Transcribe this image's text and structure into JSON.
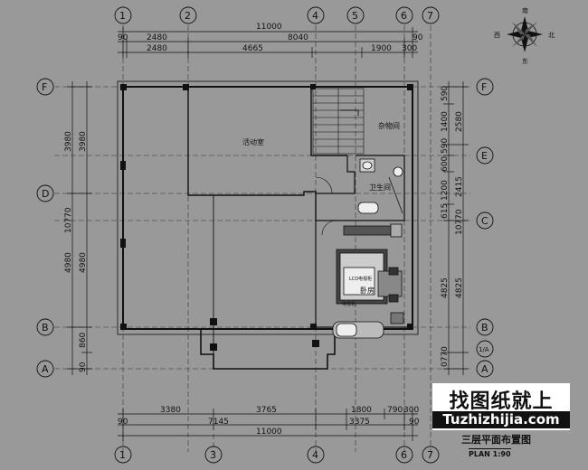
{
  "top_dims": {
    "total": "11000",
    "row2": [
      "90",
      "2480",
      "8040",
      "90"
    ],
    "row3": [
      "2480",
      "4665",
      "1900",
      "300"
    ]
  },
  "bottom_dims": {
    "row1": [
      "3380",
      "3765",
      "1800",
      "790",
      "300"
    ],
    "row2": [
      "90",
      "7145",
      "3375",
      "90"
    ],
    "total": "11000"
  },
  "left_dims": {
    "outer": [
      "3980",
      "10770",
      "4980"
    ],
    "inner": [
      "3980",
      "4980",
      "860",
      "90"
    ]
  },
  "right_dims": {
    "inner": [
      "590",
      "1400",
      "600",
      "590",
      "1200",
      "615",
      "4825",
      "0770"
    ],
    "outer": [
      "2580",
      "2415",
      "10770",
      "4825"
    ]
  },
  "axes_vertical": [
    "1",
    "2",
    "3",
    "4",
    "5",
    "6",
    "7"
  ],
  "axes_horizontal": [
    "F",
    "E",
    "D",
    "C",
    "B",
    "1/A",
    "A"
  ],
  "rooms": {
    "activity": "活动室",
    "storage": "杂物间",
    "bath": "卫生间",
    "bedroom": "卧房",
    "small1": "LCD电视柜",
    "small2": "电视机"
  },
  "compass": {
    "north": "北",
    "south": "南",
    "east": "东",
    "west": "西"
  },
  "watermark": {
    "cn": "找图纸就上",
    "en": "Tuzhizhijia.com"
  },
  "title": "三层平面布置图",
  "scale": "PLAN 1:90"
}
